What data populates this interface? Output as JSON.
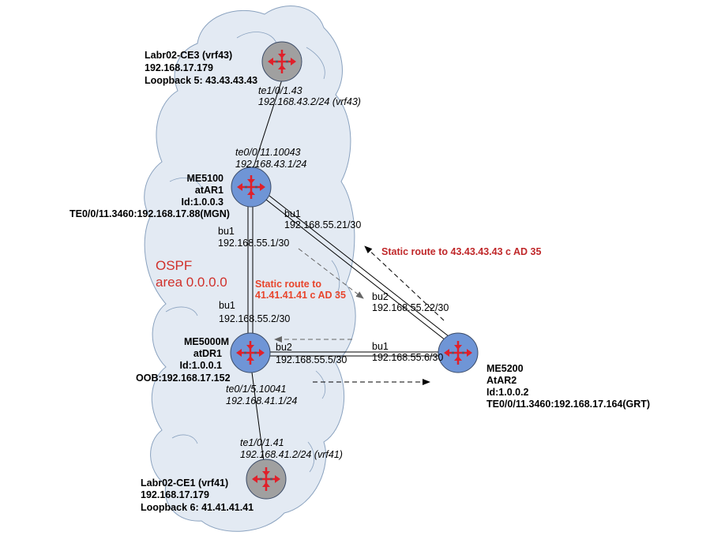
{
  "routers": {
    "ce3": {
      "name": "Labr02-CE3 (vrf43)",
      "ip": "192.168.17.179",
      "loopback": "Loopback 5: 43.43.43.43",
      "iface": "te1/0/1.43",
      "iface_ip": "192.168.43.2/24 (vrf43)",
      "color": "#a0a0a0"
    },
    "ar1": {
      "name": "ME5100",
      "role": "atAR1",
      "id": "Id:1.0.0.3",
      "mgmt": "TE0/0/11.3460:192.168.17.88(MGN)",
      "iface_up": "te0/0/11.10043",
      "iface_up_ip": "192.168.43.1/24",
      "bu_right": "bu1",
      "bu_right_ip": "192.168.55.21/30",
      "bu_down": "bu1",
      "bu_down_ip": "192.168.55.1/30",
      "color": "#6f95d6"
    },
    "dr1": {
      "name": "ME5000M",
      "role": "atDR1",
      "id": "Id:1.0.0.1",
      "oob": "OOB:192.168.17.152",
      "bu_up": "bu1",
      "bu_up_ip": "192.168.55.2/30",
      "bu_right": "bu2",
      "bu_right_ip": "192.168.55.5/30",
      "iface_down": "te0/1/5.10041",
      "iface_down_ip": "192.168.41.1/24",
      "color": "#6f95d6"
    },
    "ar2": {
      "name": "ME5200",
      "role": "AtAR2",
      "id": "Id:1.0.0.2",
      "mgmt": "TE0/0/11.3460:192.168.17.164(GRT)",
      "bu_up": "bu2",
      "bu_up_ip": "192.168.55.22/30",
      "bu_left": "bu1",
      "bu_left_ip": "192.168.55.6/30",
      "color": "#6f95d6"
    },
    "ce1": {
      "name": "Labr02-CE1 (vrf41)",
      "ip": "192.168.17.179",
      "loopback": "Loopback 6: 41.41.41.41",
      "iface": "te1/0/1.41",
      "iface_ip": "192.168.41.2/24 (vrf41)",
      "color": "#a0a0a0"
    }
  },
  "cloud": {
    "label_line1": "OSPF",
    "label_line2": "area 0.0.0.0",
    "fill": "#e3eaf3",
    "stroke": "#8aa2bf"
  },
  "annotations": {
    "static_route_43": "Static route to 43.43.43.43 c AD 35",
    "static_route_41_line1": "Static route to",
    "static_route_41_line2": "41.41.41.41  c AD 35"
  },
  "colors": {
    "arrow_red": "#e0202a",
    "route_red": "#c0282a",
    "route_orange": "#e8452c"
  }
}
